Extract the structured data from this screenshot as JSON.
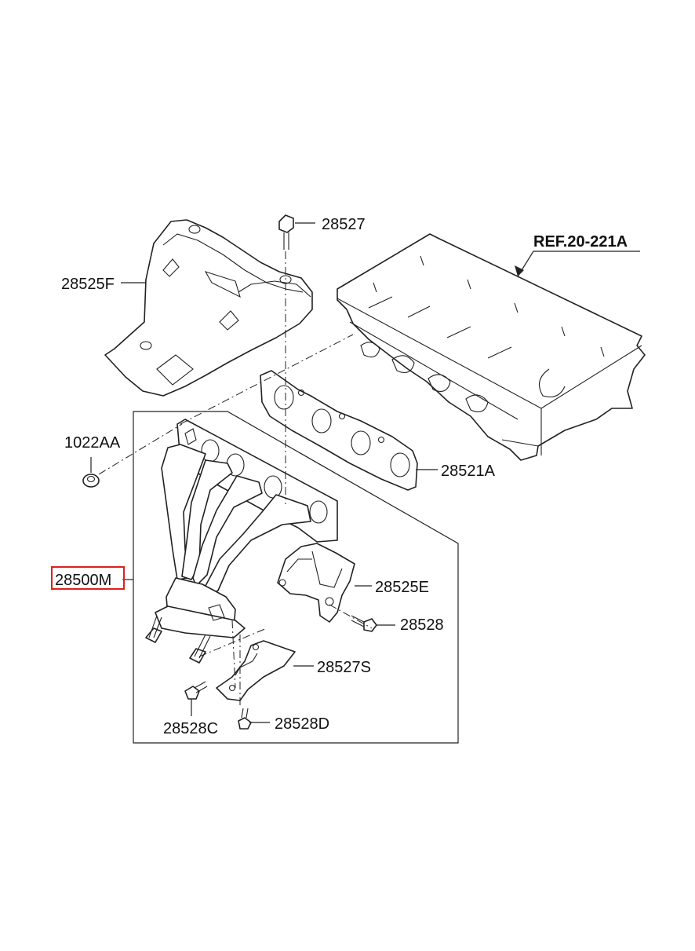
{
  "reference": "REF.20-221A",
  "highlight_color": "#e0201c",
  "parts": {
    "heat_protector_upper": "28525F",
    "bolt_top": "28527",
    "gasket": "28521A",
    "nut": "1022AA",
    "manifold": "28500M",
    "bracket_protector": "28525E",
    "bolt_bracket": "28528",
    "stay": "28527S",
    "bolt_c": "28528C",
    "bolt_d": "28528D"
  }
}
